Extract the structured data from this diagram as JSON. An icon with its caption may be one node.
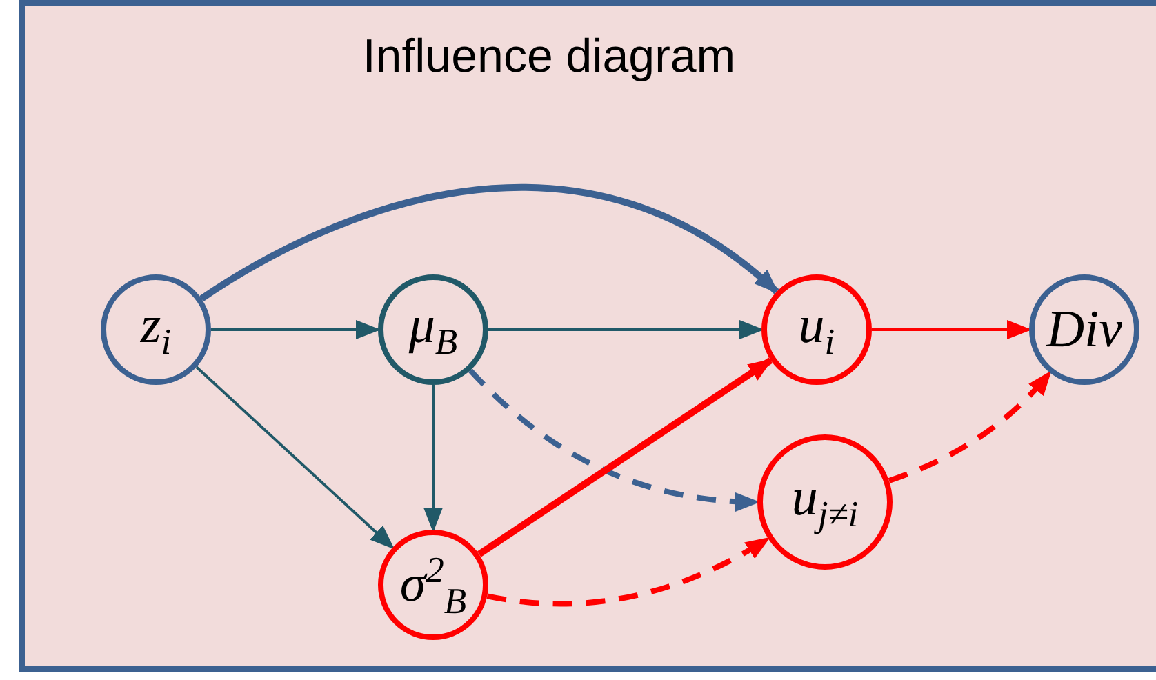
{
  "diagram": {
    "title": "Influence diagram",
    "nodes": [
      {
        "text": [
          "z$_{i}$"
        ]
      },
      {
        "text": [
          "μ$_{B}$"
        ]
      },
      {
        "text": [
          "u$_{i}$"
        ]
      },
      {
        "text": [
          "Div"
        ]
      },
      {
        "text": [
          "u$_{j≠i}$"
        ]
      },
      {
        "text": [
          "σ$^{2}$$_{B}$"
        ]
      }
    ],
    "edges": [
      {
        "from": 0,
        "to": 1,
        "arrow": "to"
      },
      {
        "from": 0,
        "to": 2,
        "arrow": "to",
        "style": "thick",
        "color": "#3c6191"
      },
      {
        "from": 0,
        "to": 5,
        "arrow": "to"
      },
      {
        "from": 1,
        "to": 2,
        "arrow": "to"
      },
      {
        "from": 1,
        "to": 5,
        "arrow": "to"
      },
      {
        "from": 1,
        "to": 4,
        "arrow": "to",
        "style": "dashed",
        "color": "#3c6191"
      },
      {
        "from": 5,
        "to": 2,
        "arrow": "to",
        "style": "thick",
        "color": "#ff0000"
      },
      {
        "from": 5,
        "to": 4,
        "arrow": "to",
        "style": "dashed",
        "color": "#ff0000"
      },
      {
        "from": 2,
        "to": 3,
        "arrow": "to",
        "color": "#ff0000"
      },
      {
        "from": 4,
        "to": 3,
        "arrow": "to",
        "style": "dashed",
        "color": "#ff0000"
      }
    ]
  }
}
